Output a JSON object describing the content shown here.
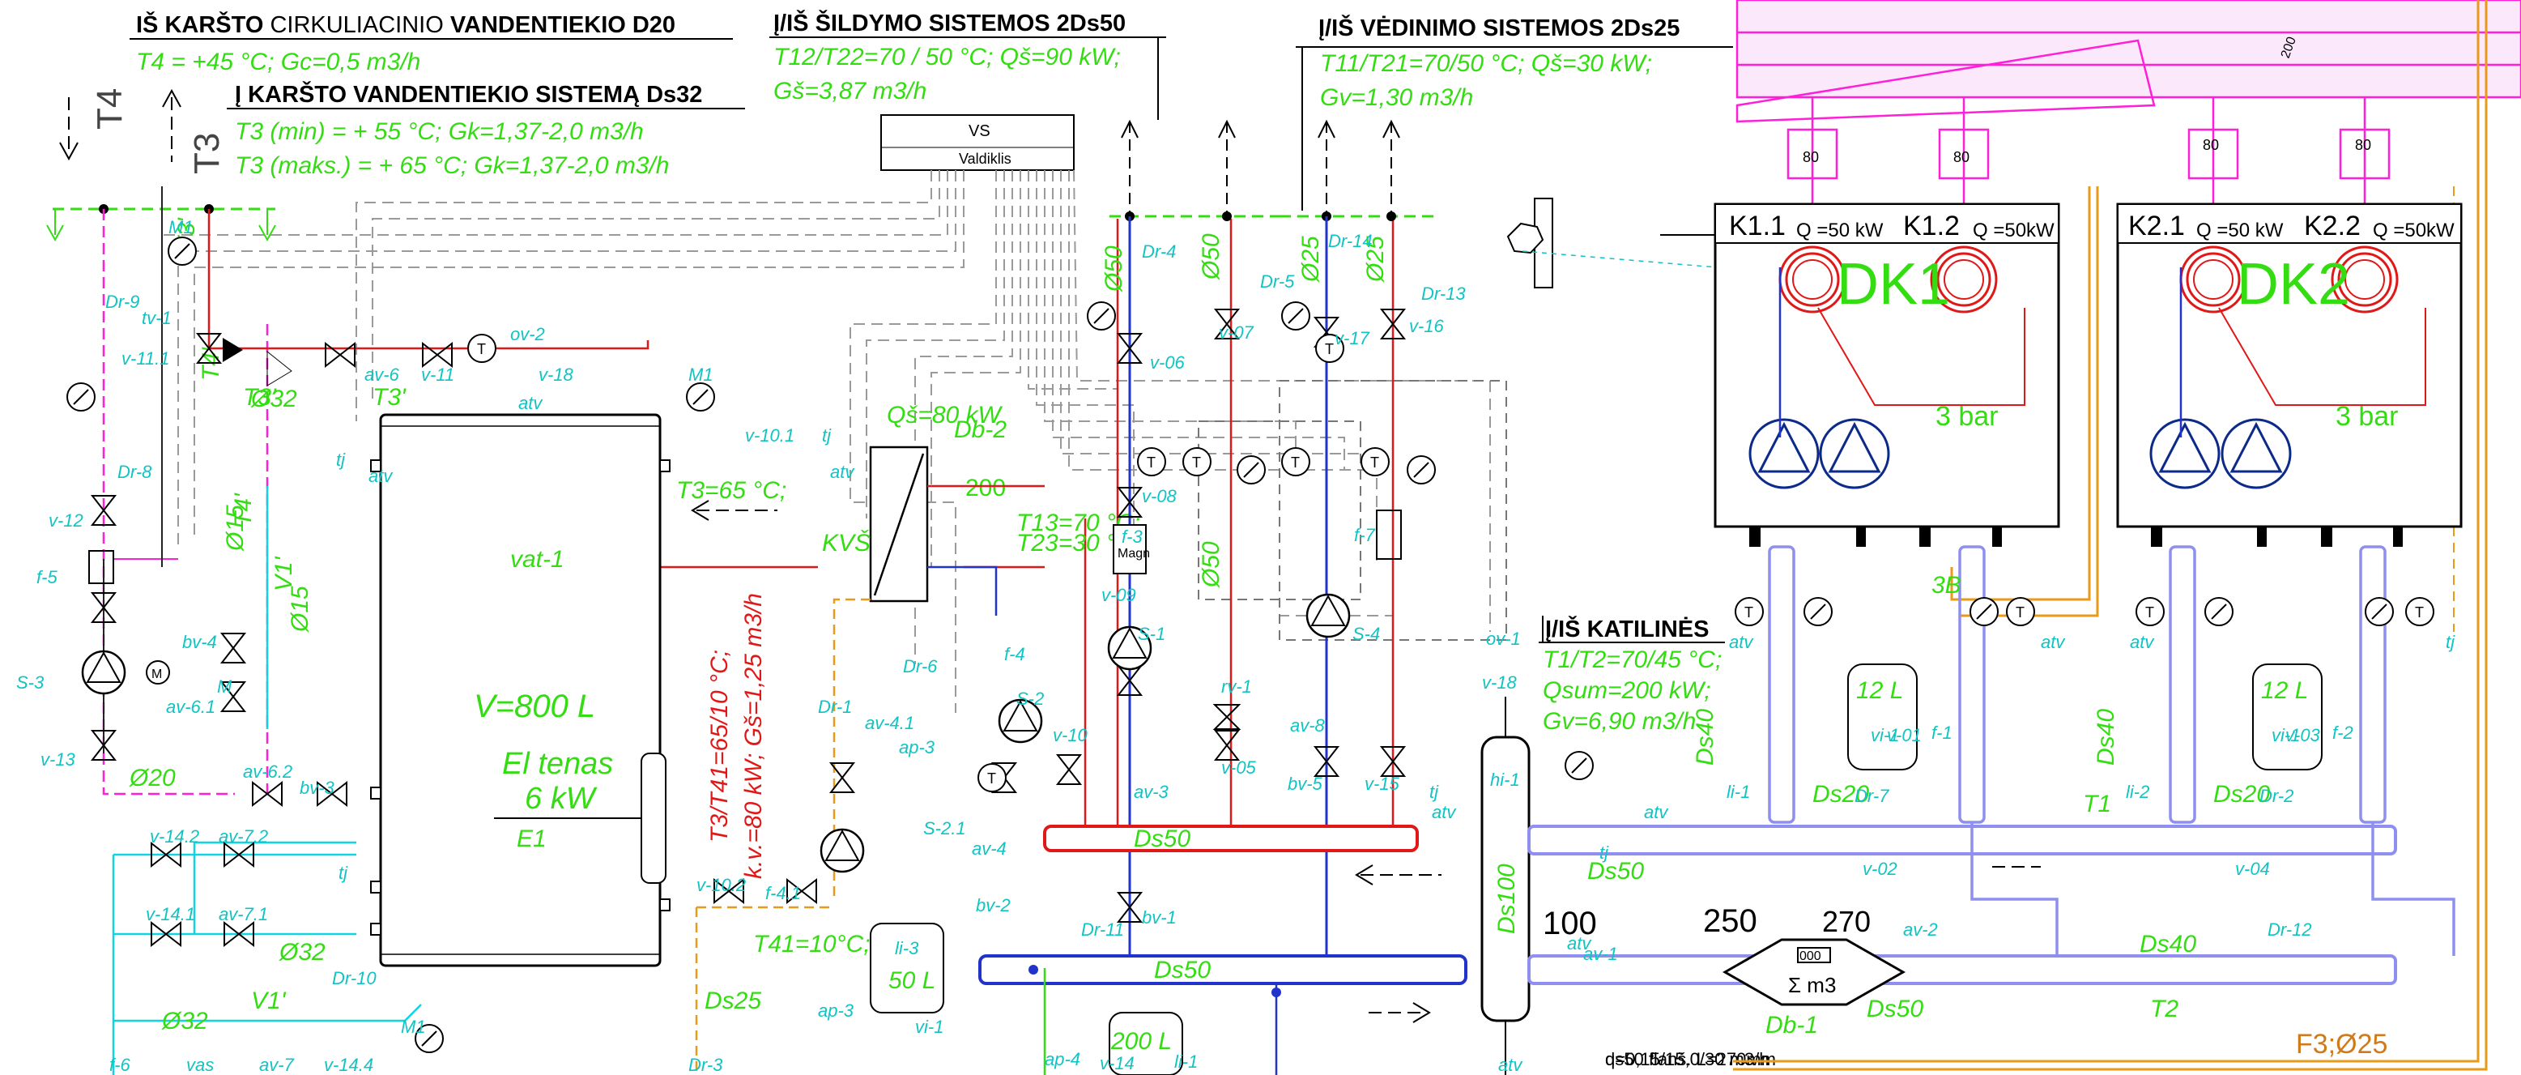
{
  "headers": {
    "circ": {
      "bold1": "IŠ KARŠTO",
      "normal": " CIRKULIACINIO ",
      "bold2": "VANDENTIEKIO D20"
    },
    "hotwater": {
      "bold1": "Į KARŠTO",
      "bold2": " VANDENTIEKIO SISTEMĄ Ds32"
    },
    "heating": "Į/IŠ ŠILDYMO SISTEMOS 2Ds50",
    "vent": "Į/IŠ VĖDINIMO SISTEMOS 2Ds25",
    "boiler": "Į/IŠ KATILINĖS"
  },
  "params": {
    "circ": "T4 = +45 °C; Gc=0,5 m3/h",
    "hw1": "T3 (min) = + 55 °C;  Gk=1,37-2,0 m3/h",
    "hw2": "T3 (maks.) = + 65 °C;  Gk=1,37-2,0 m3/h",
    "heat1": "T12/T22=70 / 50 °C; Qš=90 kW;",
    "heat2": "Gš=3,87 m3/h",
    "vent1": "T11/T21=70/50 °C; Qš=30 kW;",
    "vent2": "Gv=1,30 m3/h",
    "boiler1": "T1/T2=70/45 °C;",
    "boiler2": "Qsum=200 kW;",
    "boiler3": "Gv=6,90 m3/h",
    "hx1": "T13=70 °C;",
    "hx2": "T23=30 °C;",
    "qs": "Qš=80 kW",
    "t3": "T3=65 °C;",
    "t41": "T41=10°C;",
    "redv1": "T3/T41=65/10 °C;",
    "redv2": "k.v.=80 kW; Gš=1,25 m3/h",
    "meter1": "q=0,15/15,0/30 m3/h",
    "meter2": "ds50 flanš. L=270mm"
  },
  "vs": {
    "title": "VS",
    "sub": "Valdiklis"
  },
  "tank": {
    "label": "vat-1",
    "volume": "V=800 L",
    "heater1": "El tenas",
    "heater2": "6 kW",
    "e1": "E1"
  },
  "boilers": {
    "dk1": {
      "name": "DK1",
      "k1": "K1.1",
      "q1": "Q =50 kW",
      "k2": "K1.2",
      "q2": "Q =50kW",
      "bar": "3 bar"
    },
    "dk2": {
      "name": "DK2",
      "k1": "K2.1",
      "q1": "Q =50 kW",
      "k2": "K2.2",
      "q2": "Q =50kW",
      "bar": "3 bar"
    }
  },
  "labels": {
    "T4": "T4",
    "T3": "T3",
    "T4p": "T4'",
    "T3p": "T3'",
    "T4p2": "T4'",
    "T3p2": "T3'",
    "phi15a": "Ø15",
    "phi15b": "Ø15",
    "V1p": "V1'",
    "V1p2": "V1'",
    "d20": "Ø20",
    "d32a": "Ø32",
    "d32b": "Ø32",
    "d32c": "Ø32",
    "d32d": "Ø32",
    "d50a": "Ø50",
    "d50b": "Ø50",
    "d50c": "Ø50",
    "d25a": "Ø25",
    "d25b": "Ø25",
    "ds50a": "Ds50",
    "ds50b": "Ds50",
    "ds50c": "Ds50",
    "ds50d": "Ds50",
    "ds100": "Ds100",
    "ds25": "Ds25",
    "ds40a": "Ds40",
    "ds40b": "Ds40",
    "ds40c": "Ds40",
    "ds20a": "Ds20",
    "ds20b": "Ds20",
    "T1": "T1",
    "T2": "T2",
    "n250": "250",
    "n200": "200",
    "n100": "100",
    "n270": "270",
    "n000": "000",
    "sum": "Σ m3",
    "db1": "Db-1",
    "db2": "Db-2",
    "kvs": "KVŠ",
    "f3": "F3;Ø25",
    "magn": "Magn",
    "n80a": "80",
    "n80b": "80",
    "n80c": "80",
    "n80d": "80",
    "n200b": "200",
    "l12a": "12 L",
    "l12b": "12 L",
    "l50": "50 L",
    "l200": "200 L",
    "b3": "3B"
  },
  "cyan_tags": [
    "M1",
    "Dr-9",
    "tv-1",
    "v-11.1",
    "Dr-8",
    "v-12",
    "f-5",
    "S-3",
    "M",
    "v-13",
    "bv-4",
    "av-6.1",
    "av-6.2",
    "bv-3",
    "M1",
    "v-14.2",
    "av-7.2",
    "v-14.1",
    "av-7.1",
    "Dr-10",
    "tj",
    "tj",
    "atv",
    "av-6",
    "v-11",
    "ov-2",
    "v-18",
    "atv",
    "M1",
    "v-10.1",
    "tj",
    "atv",
    "Dr-6",
    "Dr-1",
    "ap-3",
    "av-4.1",
    "S-2.1",
    "v-10.2",
    "f-4.1",
    "ap-3",
    "vi-1",
    "li-3",
    "Dr-4",
    "v-06",
    "v-07",
    "Dr-5",
    "v-08",
    "f-3",
    "v-09",
    "S-1",
    "f-4",
    "S-2",
    "v-10",
    "av-4",
    "bv-2",
    "Dr-11",
    "bv-1",
    "av-3",
    "rv-1",
    "v-05",
    "Dr-14",
    "v-17",
    "v-16",
    "Dr-13",
    "f-7",
    "S-4",
    "av-8",
    "bv-5",
    "v-15",
    "tj",
    "atv",
    "ov-1",
    "v-18",
    "hi-1",
    "tj",
    "atv",
    "atv",
    "av-1",
    "li-1",
    "vi-1",
    "Dr-7",
    "v-01",
    "f-1",
    "v-02",
    "av-2",
    "li-2",
    "vi-1",
    "Dr-2",
    "v-03",
    "f-2",
    "v-04",
    "Dr-12",
    "ap-4",
    "li-1",
    "v-14",
    "f-6",
    "vas",
    "av-7",
    "v-14.4",
    "Dr-3",
    "atv",
    "atv",
    "atv",
    "atv",
    "tj"
  ]
}
